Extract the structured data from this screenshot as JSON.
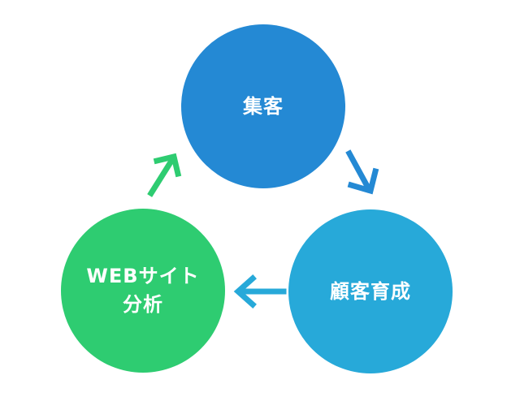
{
  "diagram": {
    "nodes": {
      "top": {
        "label": "集客",
        "color": "#2489d4"
      },
      "right": {
        "label": "顧客育成",
        "color": "#27a9d9"
      },
      "left": {
        "label_line1": "WEBサイト",
        "label_line2": "分析",
        "color": "#2ecc71"
      }
    },
    "arrows": {
      "top_to_right": {
        "color": "#2489d4"
      },
      "right_to_left": {
        "color": "#27a9d9"
      },
      "left_to_top": {
        "color": "#2ecc71"
      }
    }
  }
}
